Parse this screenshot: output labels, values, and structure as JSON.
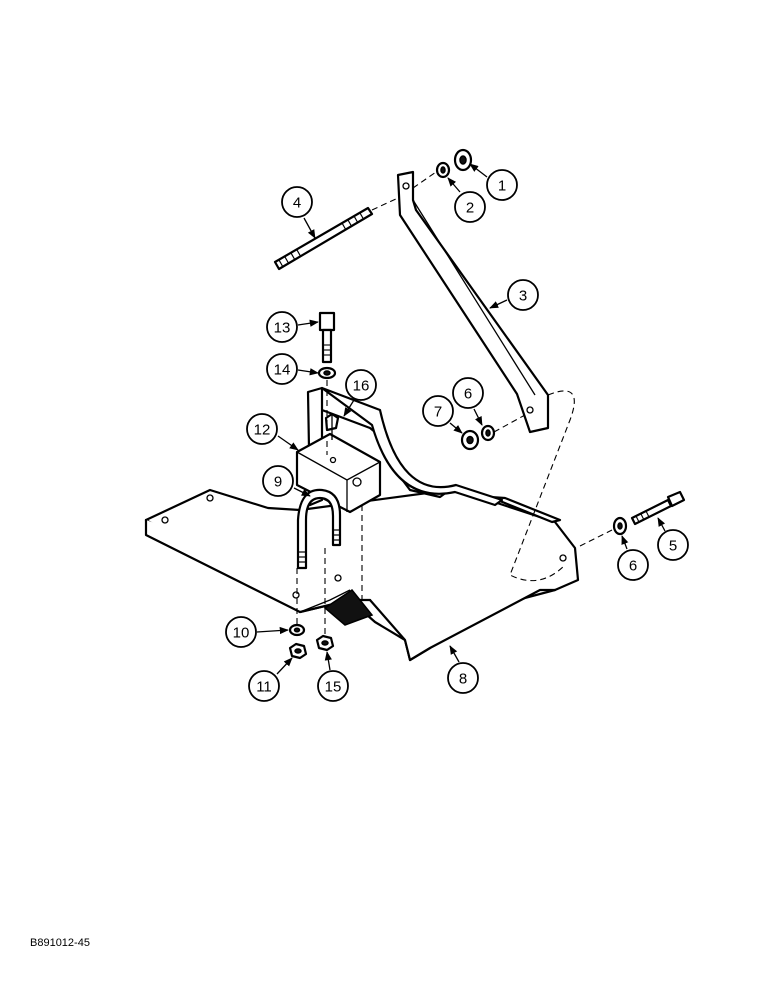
{
  "figure_id": "B891012-45",
  "callouts": [
    {
      "label": "1"
    },
    {
      "label": "2"
    },
    {
      "label": "3"
    },
    {
      "label": "4"
    },
    {
      "label": "5"
    },
    {
      "label": "6"
    },
    {
      "label": "6"
    },
    {
      "label": "7"
    },
    {
      "label": "8"
    },
    {
      "label": "9"
    },
    {
      "label": "10"
    },
    {
      "label": "11"
    },
    {
      "label": "12"
    },
    {
      "label": "13"
    },
    {
      "label": "14"
    },
    {
      "label": "15"
    },
    {
      "label": "16"
    }
  ]
}
